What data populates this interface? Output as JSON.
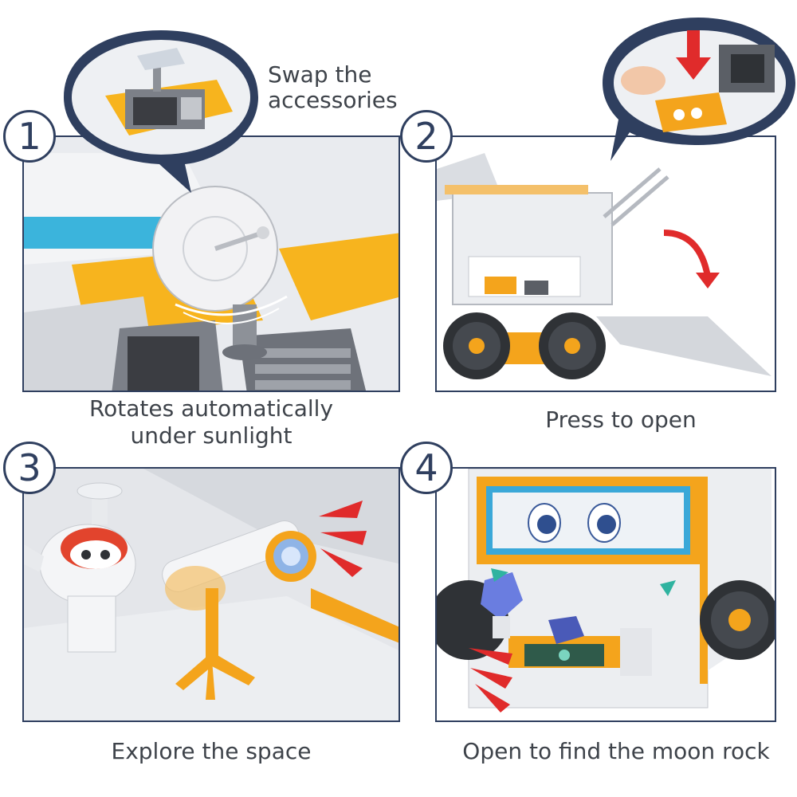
{
  "panels": [
    {
      "number": "1",
      "caption_line1": "Rotates automatically",
      "caption_line2": "under sunlight",
      "callout": "Swap the accessories",
      "callout_line1": "Swap the",
      "callout_line2": "accessories"
    },
    {
      "number": "2",
      "caption": "Press to open"
    },
    {
      "number": "3",
      "caption": "Explore the space"
    },
    {
      "number": "4",
      "caption": "Open to find the moon rock"
    }
  ],
  "colors": {
    "frame": "#2f3f5f",
    "toy_orange": "#f4a41c",
    "toy_grey": "#d9dce1",
    "accent_red": "#e02b2b",
    "accent_blue": "#35a9d6"
  }
}
